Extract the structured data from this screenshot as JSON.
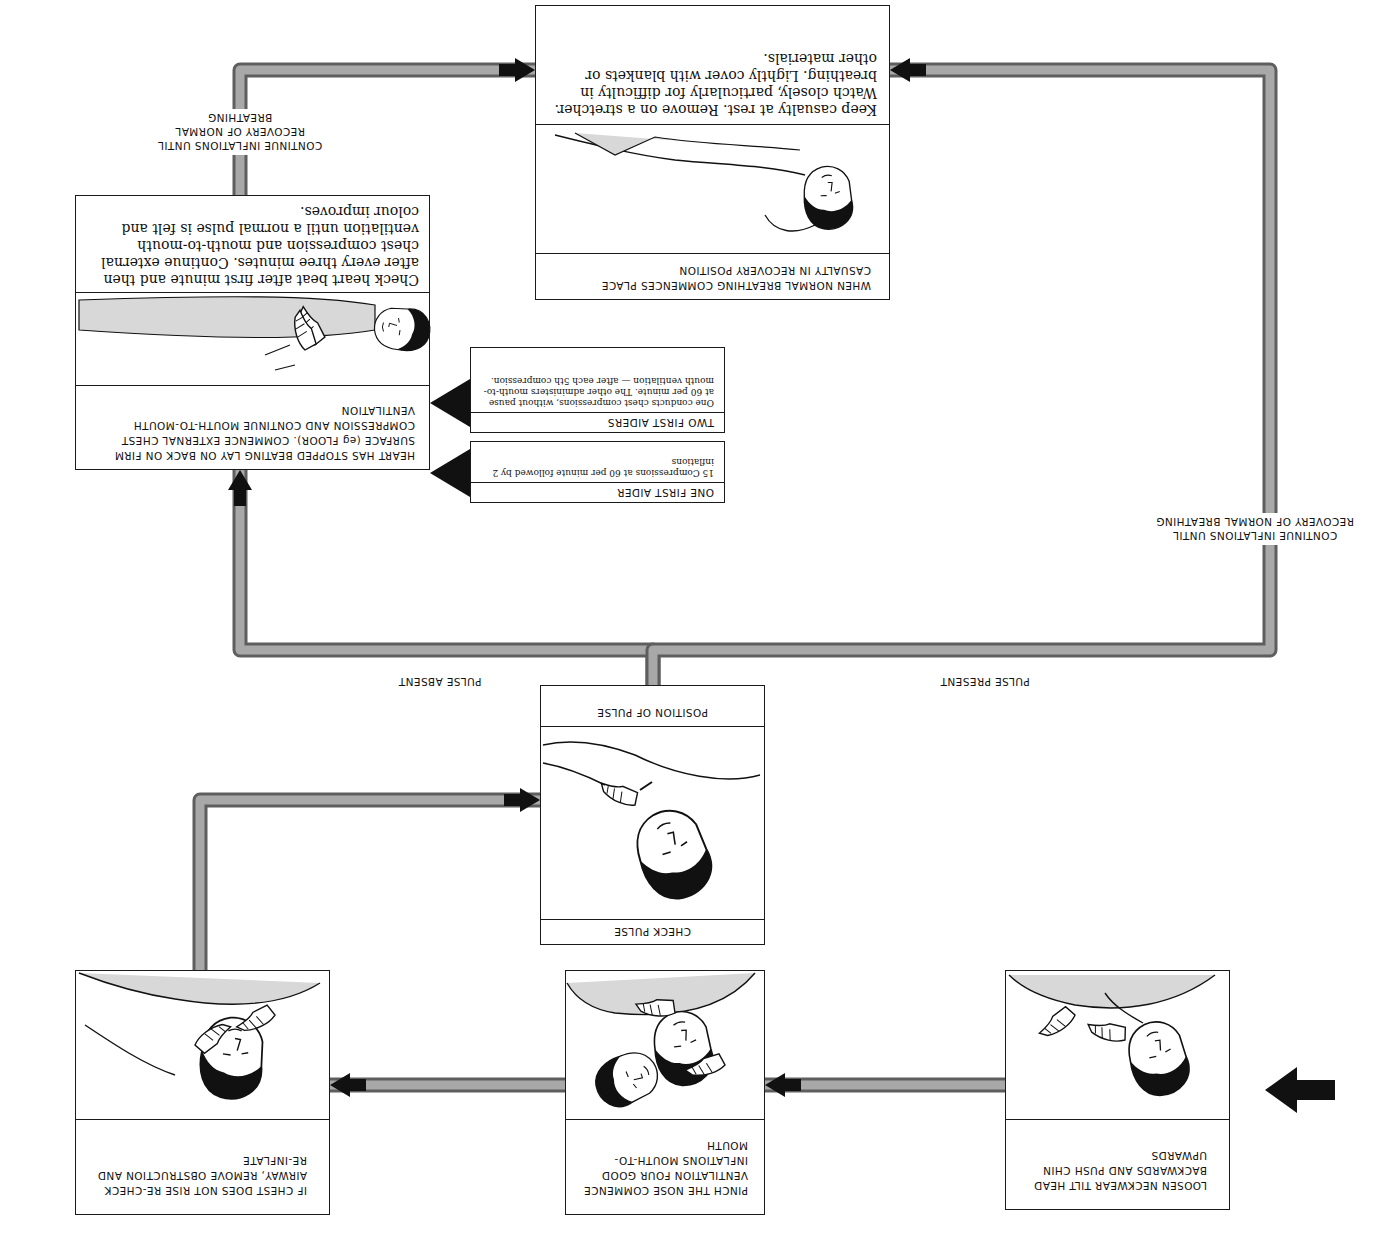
{
  "diagram": {
    "nodes": [
      {
        "text": [
          "LOOSEN NECKWEAR TILT HEAD BACKWARDS AND PUSH CHIN UPWARDS"
        ]
      },
      {
        "text": [
          "PINCH THE NOSE COMMENCE VENTILATION FOUR GOOD INFLATIONS MOUTH-TO-MOUTH"
        ]
      },
      {
        "text": [
          "IF CHEST DOES NOT RISE RE-CHECK AIRWAY, REMOVE OBSTRUCTION AND RE-INFLATE"
        ]
      },
      {
        "text": [
          "CHECK PULSE",
          "POSITION OF PULSE"
        ]
      },
      {
        "text": [
          "HEART HAS STOPPED BEATING LAY ON BACK ON FIRM SURFACE (eg FLOOR). COMMENCE EXTERNAL CHEST COMPRESSION AND CONTINUE MOUTH-TO-MOUTH VENTILATION",
          "Check heart beat after first minute and then after every three minutes. Continue external chest compression and mouth-to-mouth ventilation until a normal pulse is felt and colour improves."
        ]
      },
      {
        "text": [
          "ONE FIRST AIDER",
          "15 Compressions at 60 per minute followed by 2 inflations"
        ]
      },
      {
        "text": [
          "TWO FIRST AIDERS",
          "One conducts chest compressions, without pause at 60 per minute. The other administers mouth-to-mouth ventilation — after each 5th compression."
        ]
      },
      {
        "text": [
          "WHEN NORMAL BREATHING COMMENCES PLACE CASUALTY IN RECOVERY POSITION",
          "Keep casualty at rest. Remove on a stretcher. Watch closely, particularly for difficulty in breathing. Lightly cover with blankets or other materials."
        ]
      }
    ],
    "edges": [
      {
        "from": 0,
        "to": 1,
        "arrow": "to"
      },
      {
        "from": 1,
        "to": 2,
        "arrow": "to"
      },
      {
        "from": 2,
        "to": 3,
        "arrow": "to"
      },
      {
        "from": 3,
        "to": 4,
        "arrow": "to",
        "label": "PULSE ABSENT"
      },
      {
        "from": 3,
        "to": 7,
        "arrow": "to",
        "label": "PULSE PRESENT"
      },
      {
        "from": 4,
        "to": 7,
        "arrow": "to",
        "label": "CONTINUE INFLATIONS UNTIL RECOVERY OF NORMAL BREATHING"
      }
    ],
    "labels": [
      "CONTINUE INFLATIONS UNTIL RECOVERY OF NORMAL BREATHING"
    ]
  }
}
